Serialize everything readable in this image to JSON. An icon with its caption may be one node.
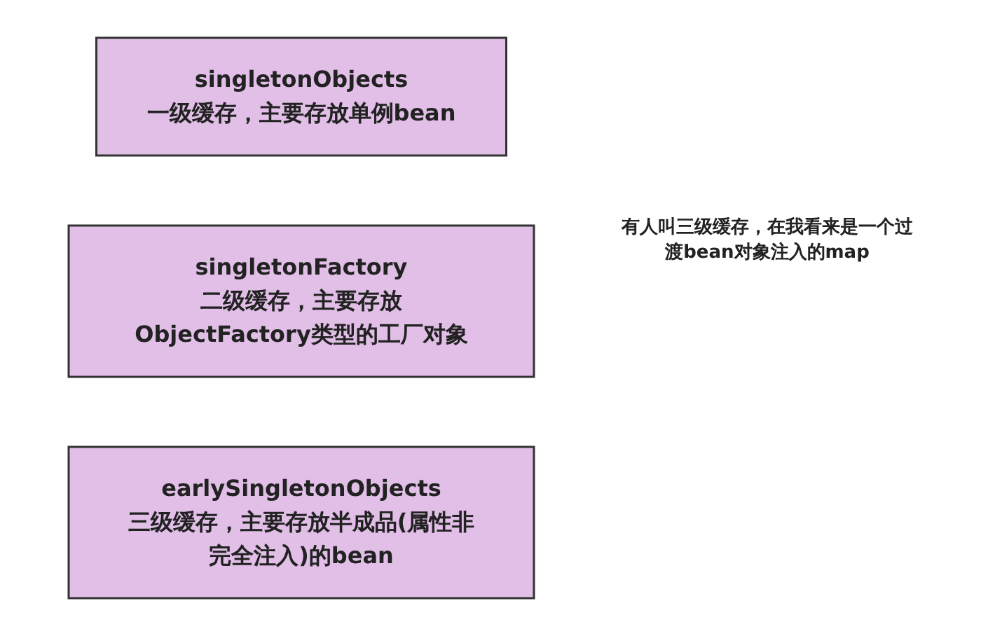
{
  "diagram": {
    "nodes": [
      {
        "text": [
          "singletonObjects",
          "一级缓存，主要存放单例bean"
        ]
      },
      {
        "text": [
          "singletonFactory",
          "二级缓存，主要存放ObjectFactory类型的工厂对象"
        ]
      },
      {
        "text": [
          "earlySingletonObjects",
          "三级缓存，主要存放半成品(属性非完全注入)的bean"
        ]
      }
    ],
    "edges": [],
    "labels": [
      "有人叫三级缓存，在我看来是一个过渡bean对象注入的map"
    ]
  }
}
